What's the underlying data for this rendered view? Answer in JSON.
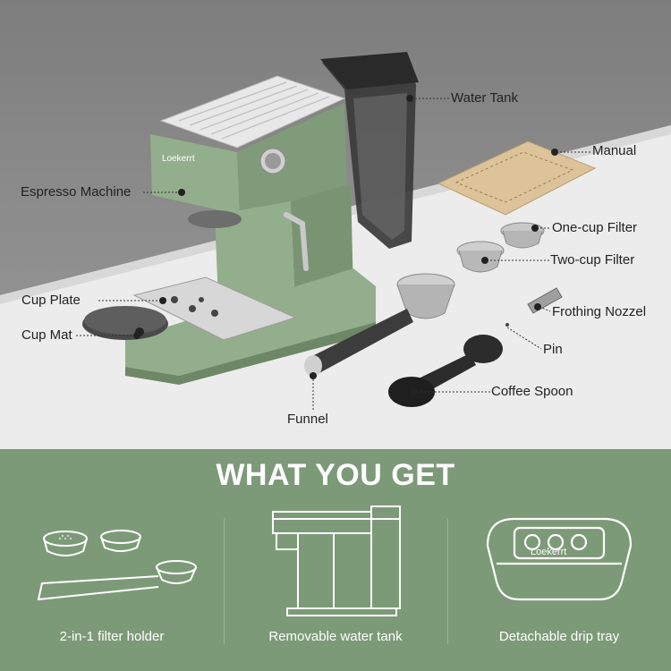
{
  "brand": "Loekerrt",
  "callouts": {
    "water_tank": "Water Tank",
    "manual": "Manual",
    "espresso_machine": "Espresso Machine",
    "one_cup_filter": "One-cup Filter",
    "two_cup_filter": "Two-cup Filter",
    "cup_plate": "Cup Plate",
    "frothing_nozzel": "Frothing Nozzel",
    "cup_mat": "Cup Mat",
    "pin": "Pin",
    "coffee_spoon": "Coffee Spoon",
    "funnel": "Funnel"
  },
  "panel": {
    "title": "WHAT YOU GET",
    "features": [
      {
        "label": "2-in-1 filter holder",
        "icon": "filter-holder-icon"
      },
      {
        "label": "Removable water tank",
        "icon": "water-tank-icon"
      },
      {
        "label": "Detachable drip tray",
        "icon": "drip-tray-icon"
      }
    ]
  },
  "colors": {
    "machine_green": "#93ae8c",
    "panel_green": "#7d9a78",
    "wall_gray": "#858585",
    "table_white": "#efefef"
  }
}
